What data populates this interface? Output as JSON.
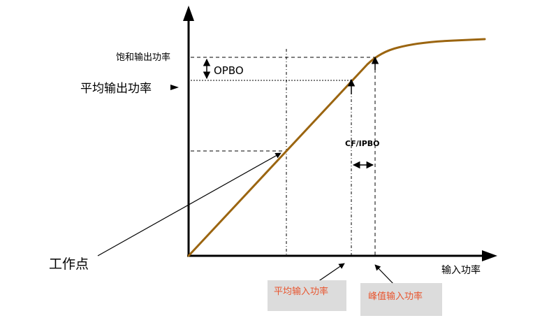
{
  "labels": {
    "saturated_output": "饱和输出功率",
    "opbo": "OPBO",
    "average_output": "平均输出功率",
    "cf_ipbo": "CF/IPBO",
    "operating_point": "工作点",
    "input_power": "输入功率",
    "average_input": "平均输入功率",
    "peak_input": "峰值输入功率"
  },
  "colors": {
    "curve": "#9b6510",
    "axis": "#000000",
    "label_box": "#dcdcdc",
    "highlight_text": "#e8552e"
  }
}
